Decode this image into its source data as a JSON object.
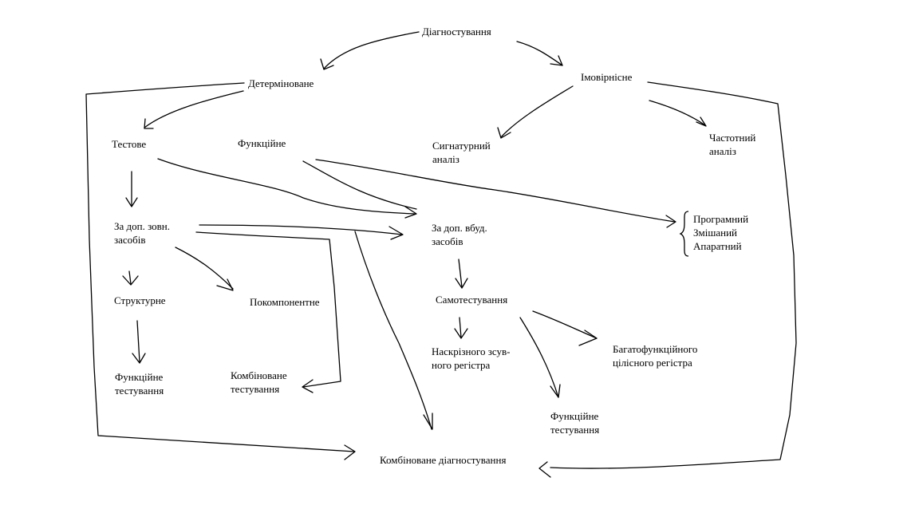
{
  "diagram": {
    "nodes": [
      {
        "id": "diagnostics",
        "lines": [
          "Діагностування"
        ]
      },
      {
        "id": "deterministic",
        "lines": [
          "Детерміноване"
        ]
      },
      {
        "id": "probabilistic",
        "lines": [
          "Імовірнісне"
        ]
      },
      {
        "id": "test",
        "lines": [
          "Тестове"
        ]
      },
      {
        "id": "functional",
        "lines": [
          "Функційне"
        ]
      },
      {
        "id": "signature",
        "lines": [
          "Сигнатурний",
          "аналіз"
        ]
      },
      {
        "id": "frequency",
        "lines": [
          "Частотний",
          "аналіз"
        ]
      },
      {
        "id": "external-means",
        "lines": [
          "За доп. зовн.",
          "засобів"
        ]
      },
      {
        "id": "builtin-means",
        "lines": [
          "За доп. вбуд.",
          "засобів"
        ]
      },
      {
        "id": "implementation",
        "lines": [
          "Програмний",
          "Змішаний",
          "Апаратний"
        ]
      },
      {
        "id": "structural",
        "lines": [
          "Структурне"
        ]
      },
      {
        "id": "per-component",
        "lines": [
          "Покомпонентне"
        ]
      },
      {
        "id": "self-test",
        "lines": [
          "Самотестування"
        ]
      },
      {
        "id": "shift-register",
        "lines": [
          "Наскрізного зсув-",
          "ного регістра"
        ]
      },
      {
        "id": "multifunction-register",
        "lines": [
          "Багатофункційного",
          "цілісного регістра"
        ]
      },
      {
        "id": "functional-testing-1",
        "lines": [
          "Функційне",
          "тестування"
        ]
      },
      {
        "id": "combined-testing",
        "lines": [
          "Комбіноване",
          "тестування"
        ]
      },
      {
        "id": "functional-testing-2",
        "lines": [
          "Функційне",
          "тестування"
        ]
      },
      {
        "id": "combined-diagnostics",
        "lines": [
          "Комбіноване діагностування"
        ]
      }
    ]
  }
}
